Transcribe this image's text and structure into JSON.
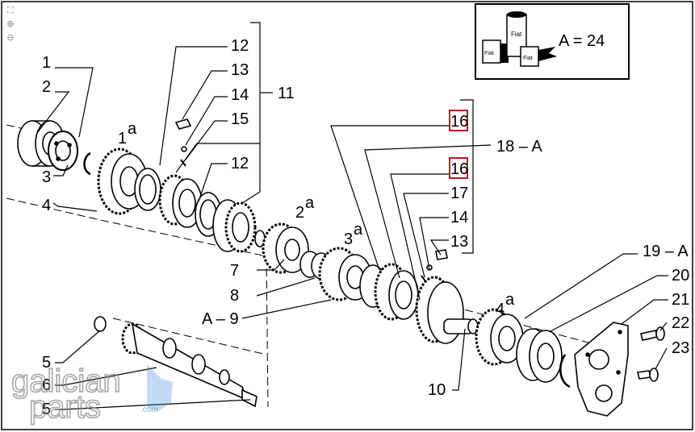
{
  "toolbar": {
    "fit_icon": "fit-screen-icon",
    "zoom_in_icon": "zoom-in-icon",
    "zoom_out_icon": "zoom-out-icon"
  },
  "legend_box": {
    "text": "A = 24"
  },
  "callouts": {
    "c1": "1",
    "c2": "2",
    "c3": "3",
    "c4": "4",
    "c1a": "1",
    "c1a_sup": "a",
    "c12a": "12",
    "c13a": "13",
    "c14a": "14",
    "c15": "15",
    "c11": "11",
    "c12b": "12",
    "c2a": "2",
    "c2a_sup": "a",
    "c7": "7",
    "c8": "8",
    "cA9": "A – 9",
    "c3a": "3",
    "c3a_sup": "a",
    "c16a": "16",
    "c18A": "18 – A",
    "c16b": "16",
    "c17": "17",
    "c14b": "14",
    "c13b": "13",
    "c4a": "4",
    "c4a_sup": "a",
    "c19A": "19 – A",
    "c20": "20",
    "c21": "21",
    "c22": "22",
    "c23": "23",
    "c10": "10",
    "c5": "5",
    "c6": "6",
    "c5b": "5"
  },
  "watermark": {
    "line1": "galician",
    "line2": "parts",
    "suffix": ".com"
  },
  "colors": {
    "highlight": "#c0141c",
    "ink": "#000000",
    "watermark": "#9a9a9a",
    "watermark_blue": "#4a90d9"
  }
}
